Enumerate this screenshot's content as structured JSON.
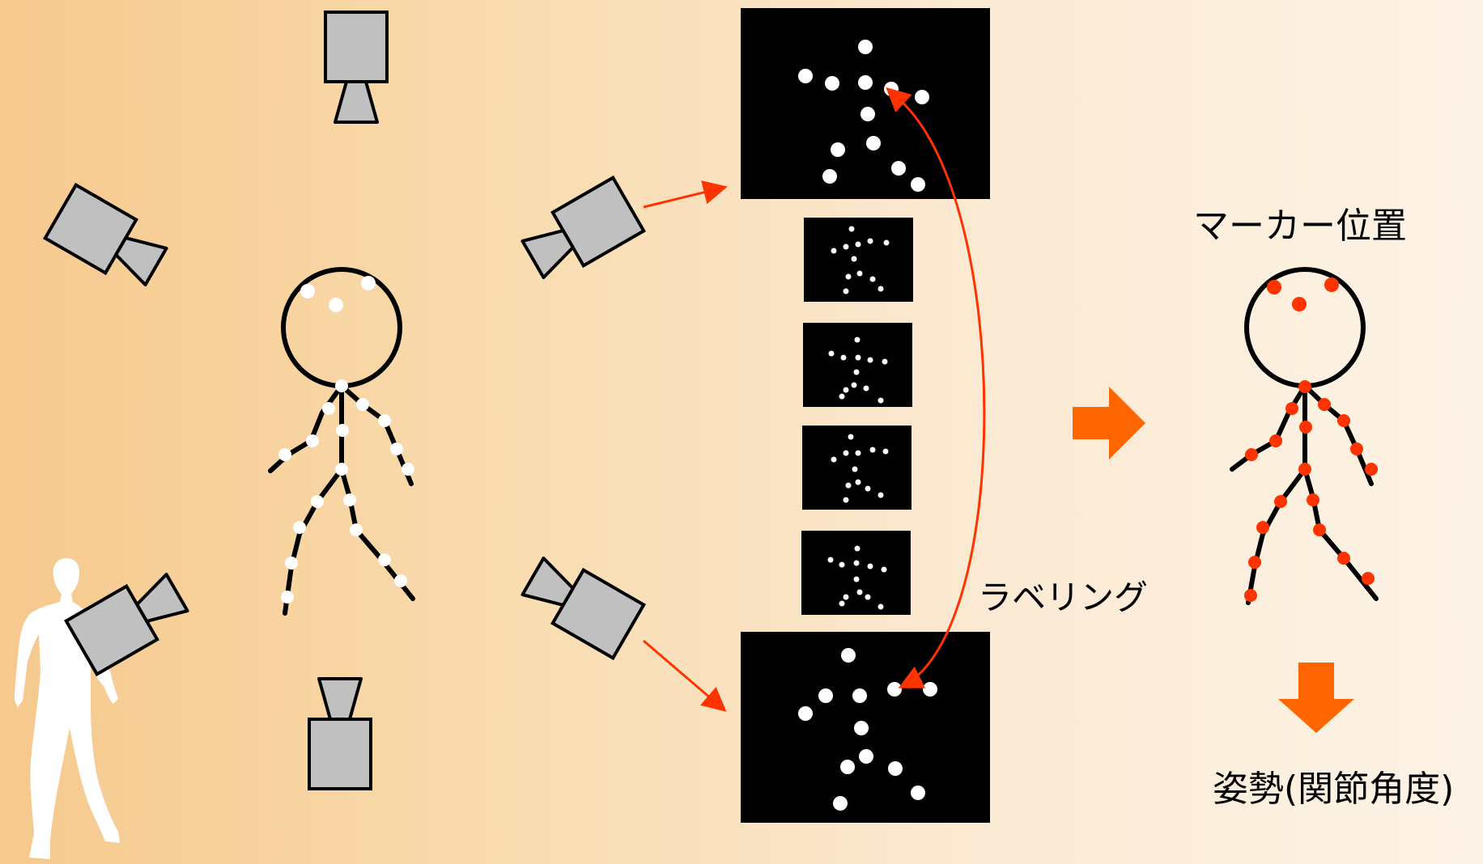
{
  "labels": {
    "marker_position": "マーカー位置",
    "labeling": "ラベリング",
    "pose": "姿勢(関節角度)"
  },
  "colors": {
    "background_start": "#f6c98d",
    "background_end": "#fdf3e6",
    "camera_fill": "#c0c0c0",
    "screen": "#000000",
    "marker_raw": "#ffffff",
    "marker_labeled": "#ff3300",
    "arrow": "#ff6600",
    "connector": "#ff3300",
    "silhouette": "#ffffff"
  },
  "icons": {
    "camera": "video-camera-icon",
    "human": "human-silhouette-icon",
    "right_arrow": "block-arrow-right-icon",
    "down_arrow": "block-arrow-down-icon"
  }
}
